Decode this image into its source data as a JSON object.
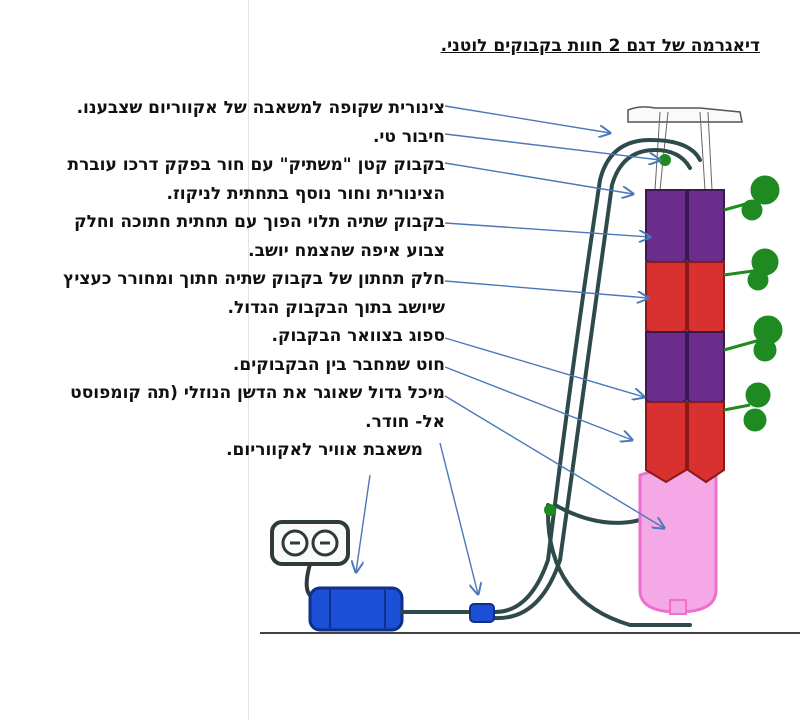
{
  "title": "דיאגרמה של דגם 2 חוות בקבוקים לוטני.",
  "labels": [
    "צינורית שקופה למשאבה של אקווריום שצבענו.",
    "חיבור טי.",
    "בקבוק קטן \"משתיק\" עם חור בפקק דרכו עוברת",
    "הצינורית וחור נוסף בתחתית לניקוז.",
    "בקבוק שתיה תלוי הפוך עם תחתית חתוכה וחלק",
    "צבוע איפה שהצמח יושב.",
    "חלק תחתון של בקבוק שתיה חתוך ומחורר כעציץ",
    "שיושב בתוך הבקבוק הגדול.",
    "ספוג בצוואר הבקבוק.",
    "חוט שמחבר בין הבקבוקים.",
    "מיכל גדול שאוגר את הדשן הנוזלי (תה קומפוסט",
    "אל- חודר.",
    "משאבת אוויר לאקווריום."
  ],
  "colors": {
    "tube": "#2f4a4a",
    "purple_bottle": "#6b2d8c",
    "red_bottle": "#d93030",
    "reservoir": "#ee6fd0",
    "pump": "#1a4fd6",
    "plant": "#1f8a22",
    "arrow": "#4a78b8"
  }
}
